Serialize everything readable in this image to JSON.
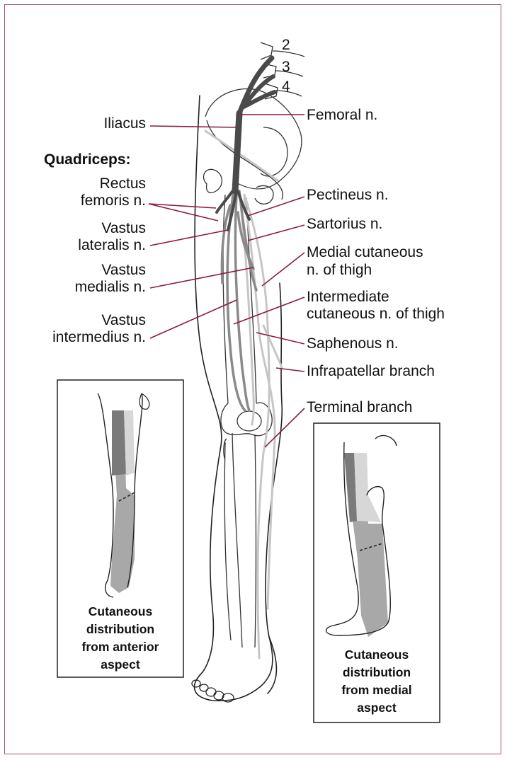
{
  "spinal_levels": [
    "2",
    "3",
    "4"
  ],
  "labels": {
    "iliacus": "Iliacus",
    "quadriceps_heading": "Quadriceps:",
    "rectus_femoris": [
      "Rectus",
      "femoris n."
    ],
    "vastus_lateralis": [
      "Vastus",
      "lateralis n."
    ],
    "vastus_medialis": [
      "Vastus",
      "medialis n."
    ],
    "vastus_intermedius": [
      "Vastus",
      "intermedius n."
    ],
    "femoral": "Femoral n.",
    "pectineus": "Pectineus n.",
    "sartorius": "Sartorius n.",
    "medial_cutaneous": [
      "Medial cutaneous",
      "n. of thigh"
    ],
    "intermediate_cutaneous": [
      "Intermediate",
      "cutaneous n. of thigh"
    ],
    "saphenous": "Saphenous n.",
    "infrapatellar": "Infrapatellar branch",
    "terminal": "Terminal branch"
  },
  "insets": {
    "anterior_caption": [
      "Cutaneous",
      "distribution",
      "from anterior",
      "aspect"
    ],
    "medial_caption": [
      "Cutaneous",
      "distribution",
      "from medial",
      "aspect"
    ]
  },
  "colors": {
    "frame": "#a8556a",
    "leader": "#8c1c3c",
    "nerve_dark": "#4a4a4a",
    "nerve_mid": "#8a8a8a",
    "nerve_light": "#c6c6c6",
    "shade_dark": "#7a7a7a",
    "shade_mid": "#a8a8a8",
    "shade_light": "#d7d7d7"
  }
}
